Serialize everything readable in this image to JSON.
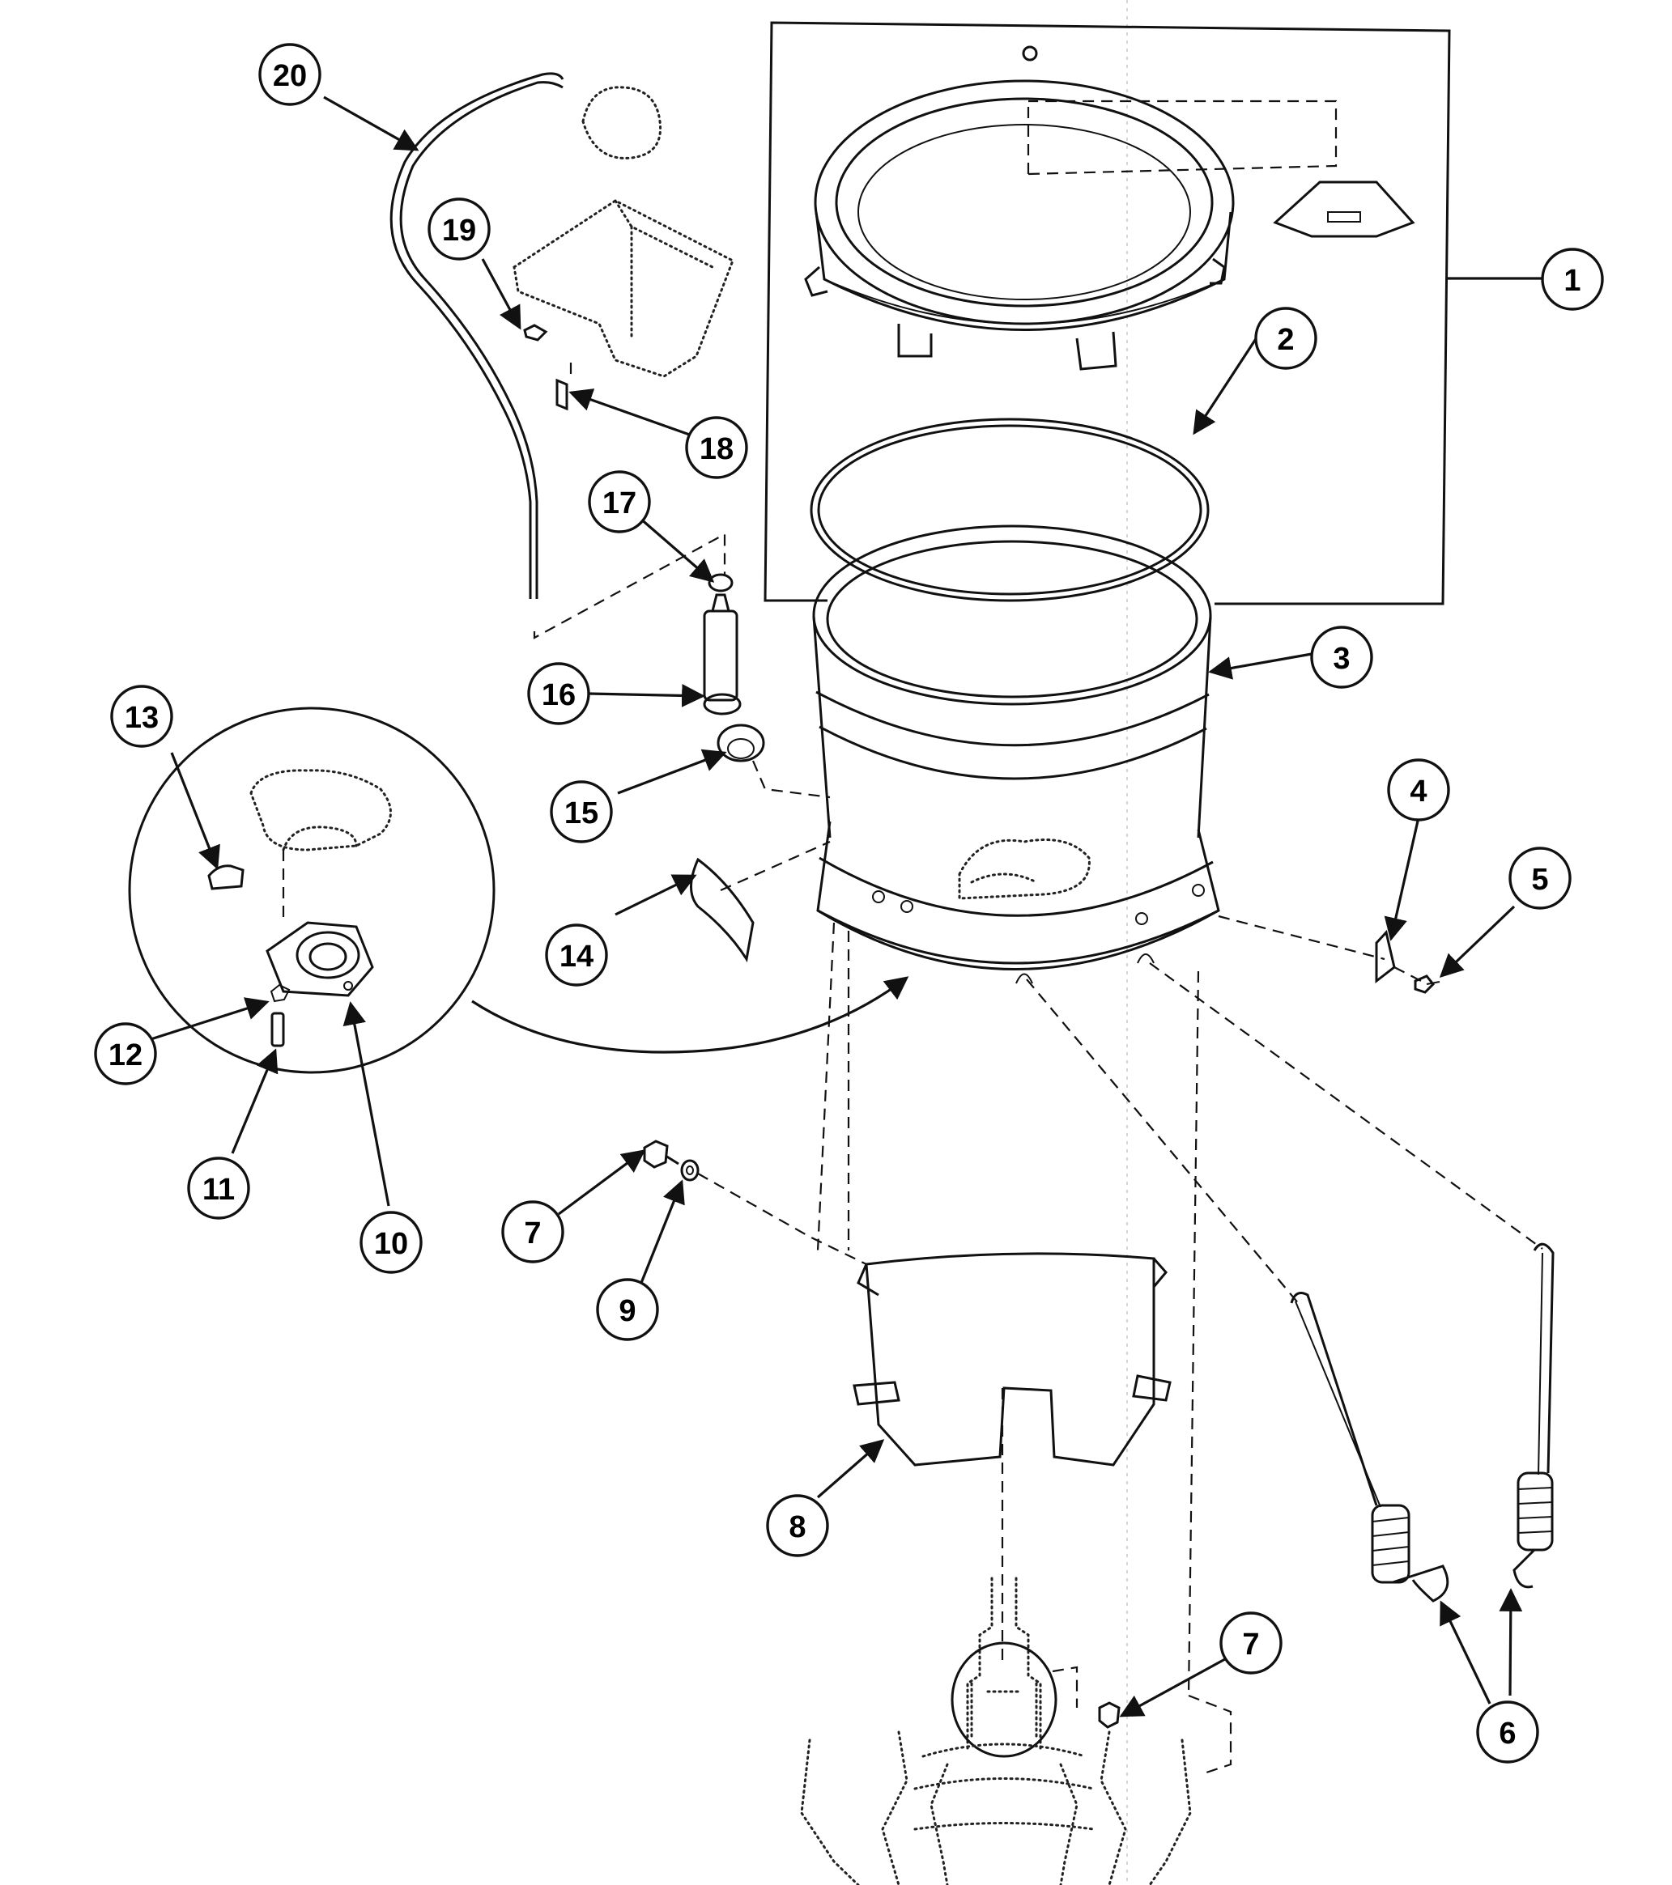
{
  "callouts": {
    "c1": "1",
    "c2": "2",
    "c3": "3",
    "c4": "4",
    "c5": "5",
    "c6": "6",
    "c7a": "7",
    "c7b": "7",
    "c8": "8",
    "c9": "9",
    "c10": "10",
    "c11": "11",
    "c12": "12",
    "c13": "13",
    "c14": "14",
    "c15": "15",
    "c16": "16",
    "c17": "17",
    "c18": "18",
    "c19": "19",
    "c20": "20"
  },
  "colors": {
    "line": "#111111",
    "background": "#ffffff"
  }
}
